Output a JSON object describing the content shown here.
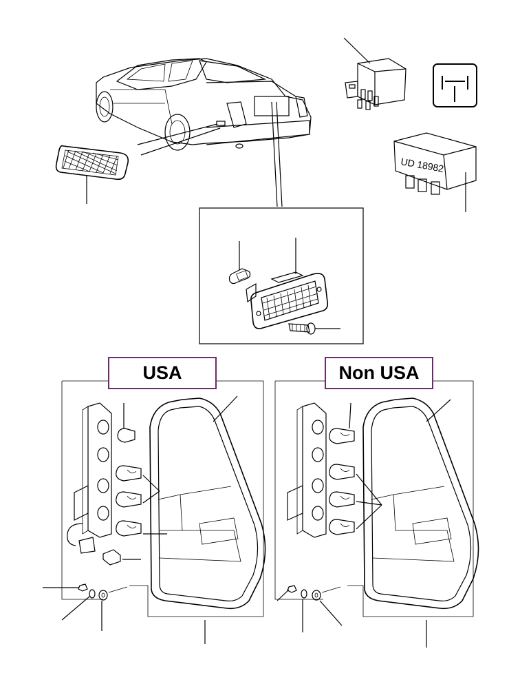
{
  "labels": {
    "usa": "USA",
    "non_usa": "Non USA",
    "relay_code": "UD 18982"
  },
  "colors": {
    "label_border": "#6b2a6b",
    "line": "#000000",
    "background": "#ffffff"
  }
}
